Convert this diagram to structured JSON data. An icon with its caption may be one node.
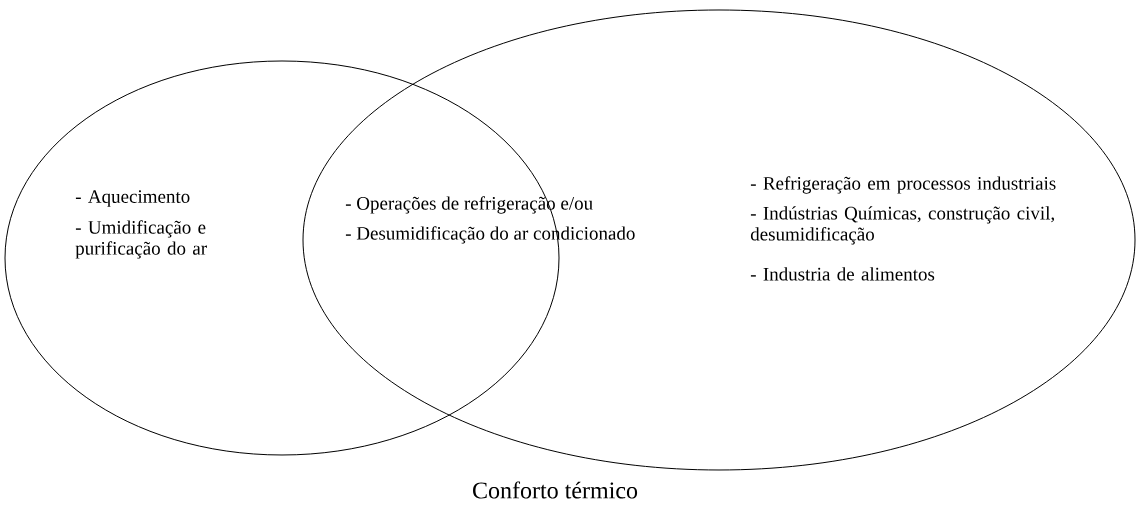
{
  "diagram": {
    "caption": "Conforto térmico",
    "nodes": [
      {
        "text": [
          "- Aquecimento",
          "- Umidificação e purificação do ar"
        ]
      },
      {
        "text": [
          "- Refrigeração em processos industriais",
          "- Indústrias Químicas, construção civil, desumidificação",
          "- Industria de alimentos"
        ]
      }
    ],
    "labels": [
      "- Operações de refrigeração e/ou",
      "- Desumidificação do ar condicionado"
    ]
  }
}
